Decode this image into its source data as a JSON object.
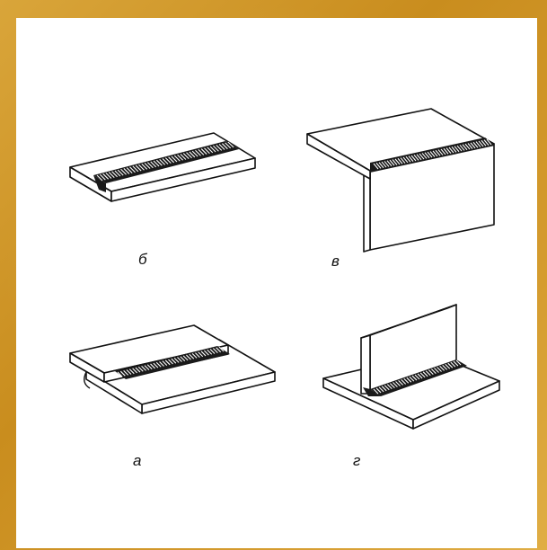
{
  "labels": {
    "b": "б",
    "v": "в",
    "a": "а",
    "g": "г"
  },
  "colors": {
    "frame_gold": "#c98d1e",
    "panel": "#ffffff",
    "ink": "#111111"
  }
}
